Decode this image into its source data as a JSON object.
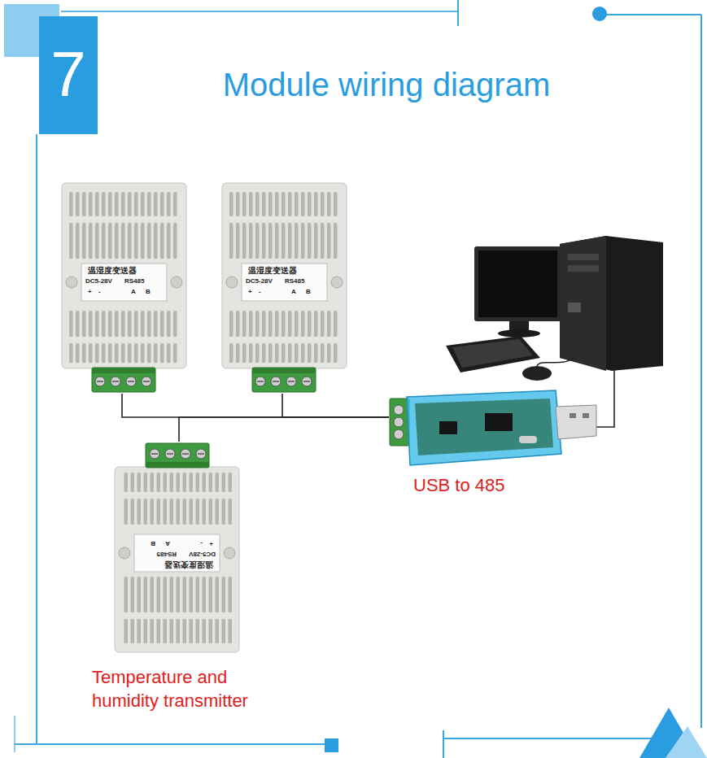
{
  "diagram": {
    "title": "Module wiring diagram",
    "nodes": [
      {
        "text": [
          "温湿度变送器",
          "DC5-28V",
          "RS485",
          "+",
          "-",
          "A",
          "B"
        ]
      },
      {
        "text": [
          "温湿度变送器",
          "DC5-28V",
          "RS485",
          "+",
          "-",
          "A",
          "B"
        ]
      },
      {
        "text": [
          "温湿度变送器",
          "DC5-28V",
          "RS485",
          "+",
          "-",
          "A",
          "B",
          "Temperature and humidity transmitter"
        ]
      },
      {
        "text": [
          "USB to 485"
        ]
      }
    ],
    "edges": [
      {
        "from": 0,
        "to": 3,
        "arrow": "none"
      },
      {
        "from": 1,
        "to": 3,
        "arrow": "none"
      },
      {
        "from": 2,
        "to": 3,
        "arrow": "none"
      }
    ],
    "labels": [
      "7"
    ]
  }
}
